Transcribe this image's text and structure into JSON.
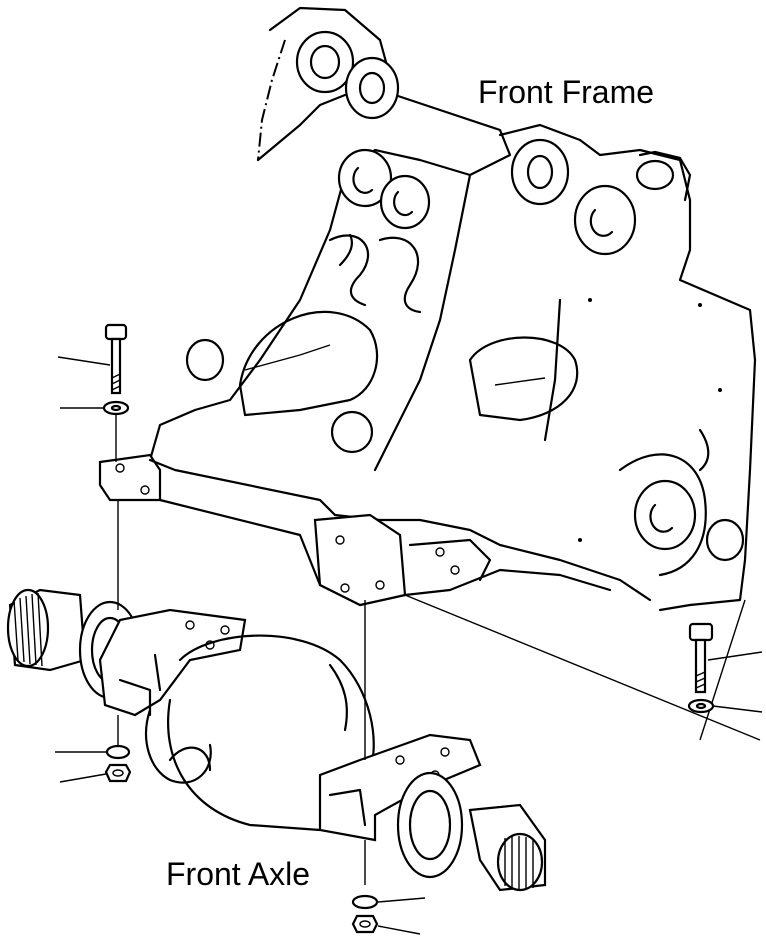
{
  "labels": {
    "front_frame": "Front Frame",
    "front_axle": "Front Axle"
  },
  "parts": {
    "frame": "front-frame",
    "axle": "front-axle",
    "fasteners": [
      "bolt",
      "washer",
      "nut"
    ]
  },
  "colors": {
    "line": "#000000",
    "background": "#ffffff"
  }
}
